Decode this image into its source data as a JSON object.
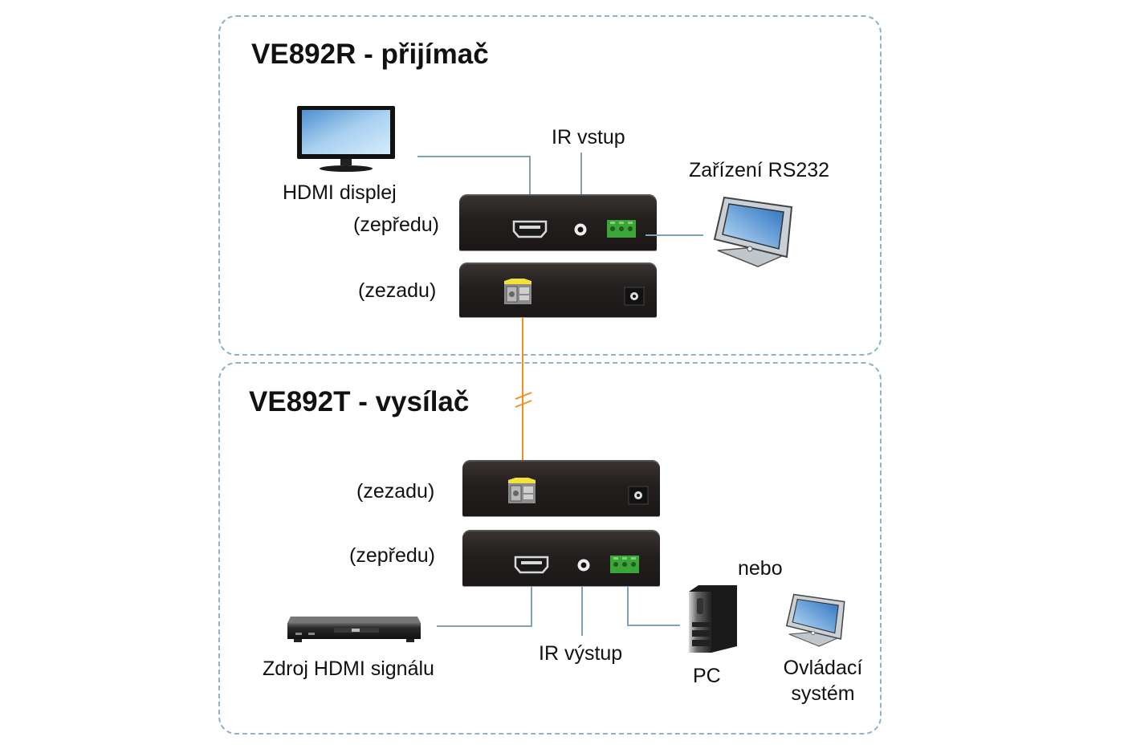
{
  "receiver": {
    "title": "VE892R - přijímač",
    "labels": {
      "display": "HDMI displej",
      "ir_input": "IR vstup",
      "rs232_device": "Zařízení RS232",
      "front": "(zepředu)",
      "rear": "(zezadu)"
    }
  },
  "transmitter": {
    "title": "VE892T - vysílač",
    "labels": {
      "rear": "(zezadu)",
      "front": "(zepředu)",
      "source": "Zdroj HDMI signálu",
      "ir_output": "IR výstup",
      "or": "nebo",
      "pc": "PC",
      "control_system": "Ovládací systém",
      "control_line1": "Ovládací",
      "control_line2": "systém"
    }
  },
  "colors": {
    "panel_border": "#8fb3c8",
    "signal_line": "#7fa2b8",
    "fiber_cable": "#f0901e",
    "terminal_green": "#3ca53a",
    "sfp_yellow": "#f2e23a",
    "unit_body": "#231f1e"
  }
}
